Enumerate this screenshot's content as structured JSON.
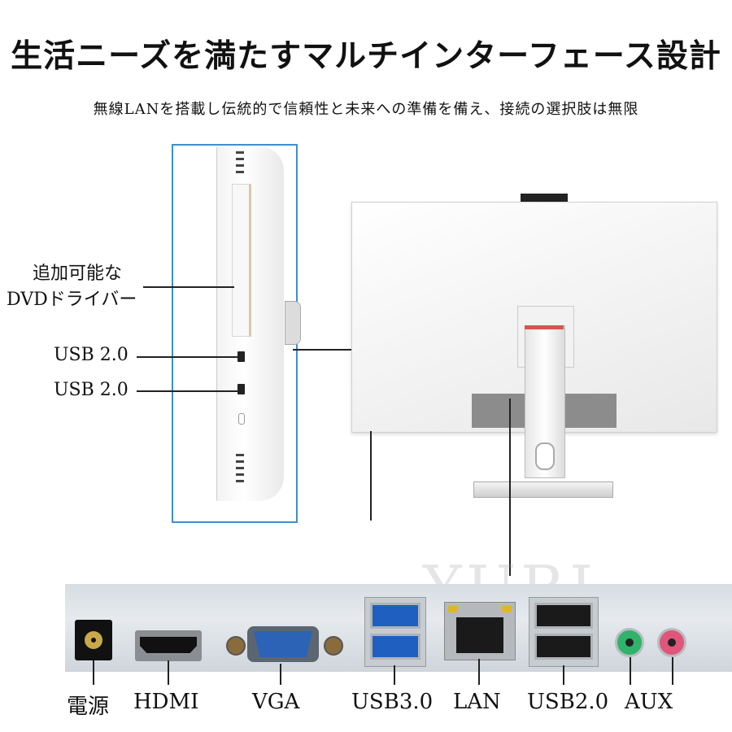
{
  "header": {
    "title": "生活ニーズを満たすマルチインターフェース設計",
    "subtitle": "無線LANを搭載し伝統的で信頼性と未来への準備を備え、接続の選択肢は無限"
  },
  "side_callouts": {
    "dvd_line1": "追加可能な",
    "dvd_line2": "DVDドライバー",
    "usb_a": "USB 2.0",
    "usb_b": "USB 2.0"
  },
  "watermark": "YURI",
  "rear_ports": [
    {
      "label": "電源"
    },
    {
      "label": "HDMI"
    },
    {
      "label": "VGA"
    },
    {
      "label": "USB3.0"
    },
    {
      "label": "LAN"
    },
    {
      "label": "USB2.0"
    },
    {
      "label": "AUX"
    }
  ],
  "colors": {
    "frame_blue": "#3d8fcf",
    "usb3_blue": "#1f5fbf",
    "aux_green": "#2fb36b",
    "aux_pink": "#e0567a"
  }
}
